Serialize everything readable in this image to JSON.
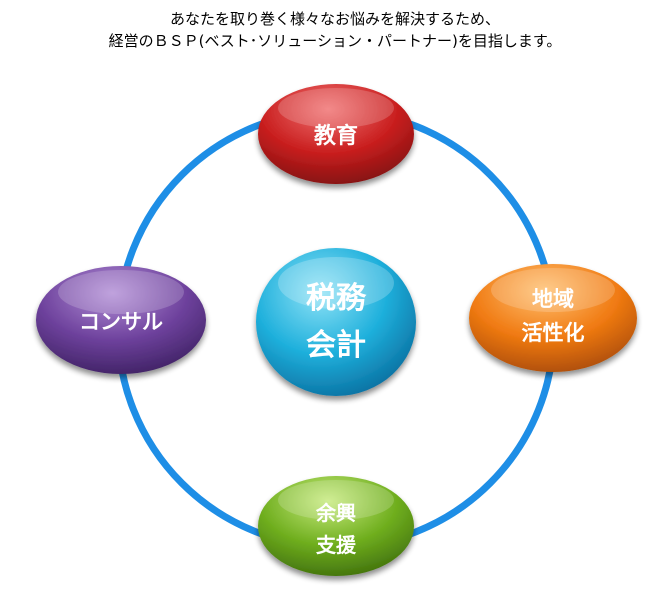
{
  "header": {
    "line1": "あなたを取り巻く様々なお悩みを解決するため、",
    "line2": "経営のＢＳＰ(ベスト･ソリューション・パートナー)を目指します。"
  },
  "center": {
    "line1": "税務",
    "line2": "会計",
    "color": "#1aa7d4"
  },
  "nodes": {
    "top": {
      "line1": "教育",
      "color": "#c81e1e"
    },
    "right": {
      "line1": "地域",
      "line2": "活性化",
      "color": "#f07a10"
    },
    "bottom": {
      "line1": "余興",
      "line2": "支援",
      "color": "#6cab1e"
    },
    "left": {
      "line1": "コンサル",
      "color": "#6b3f98"
    }
  },
  "ring_color": "#1e8ee6"
}
